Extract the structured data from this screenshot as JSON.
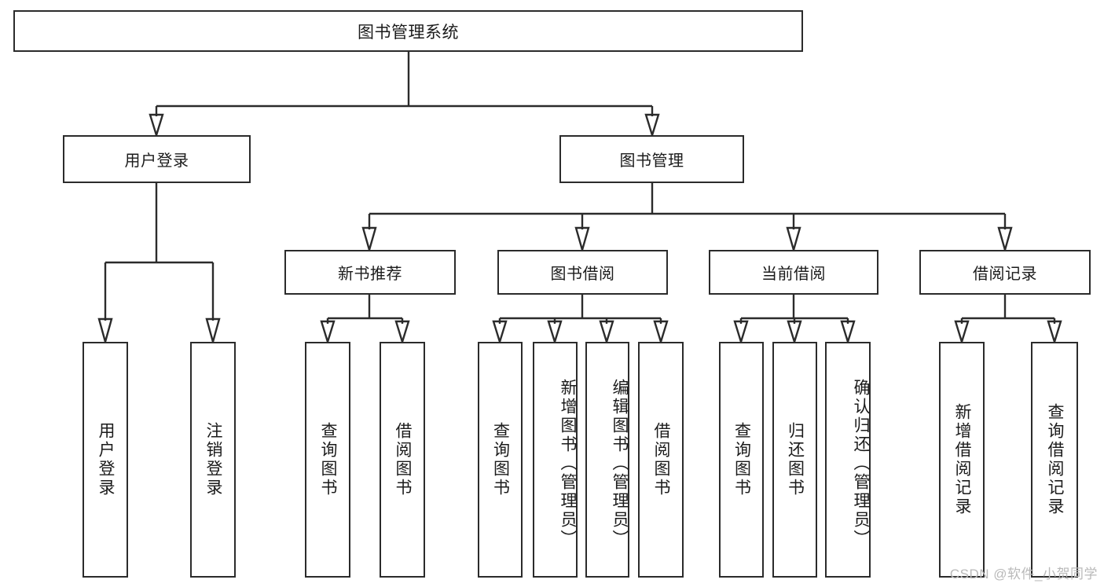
{
  "diagram": {
    "title": "图书管理系统",
    "type": "function-tree",
    "background_color": "#ffffff",
    "line_color": "#2b2b2b",
    "box_border_color": "#2b2b2b",
    "text_color": "#1b1b1b"
  },
  "root": {
    "label": "图书管理系统"
  },
  "level2": [
    {
      "label": "用户登录"
    },
    {
      "label": "图书管理"
    }
  ],
  "level3": [
    {
      "label": "新书推荐"
    },
    {
      "label": "图书借阅"
    },
    {
      "label": "当前借阅"
    },
    {
      "label": "借阅记录"
    }
  ],
  "leaves": {
    "user_login": [
      {
        "label": "用户登录"
      },
      {
        "label": "注销登录"
      }
    ],
    "new_book_recommend": [
      {
        "label": "查询图书"
      },
      {
        "label": "借阅图书"
      }
    ],
    "book_borrow": [
      {
        "label": "查询图书"
      },
      {
        "label": "新增图书（管理员）"
      },
      {
        "label": "编辑图书（管理员）"
      },
      {
        "label": "借阅图书"
      }
    ],
    "current_borrow": [
      {
        "label": "查询图书"
      },
      {
        "label": "归还图书"
      },
      {
        "label": "确认归还（管理员）"
      }
    ],
    "borrow_record": [
      {
        "label": "新增借阅记录"
      },
      {
        "label": "查询借阅记录"
      }
    ]
  },
  "watermark": {
    "text": "CSDN @软件_小贺同学"
  }
}
